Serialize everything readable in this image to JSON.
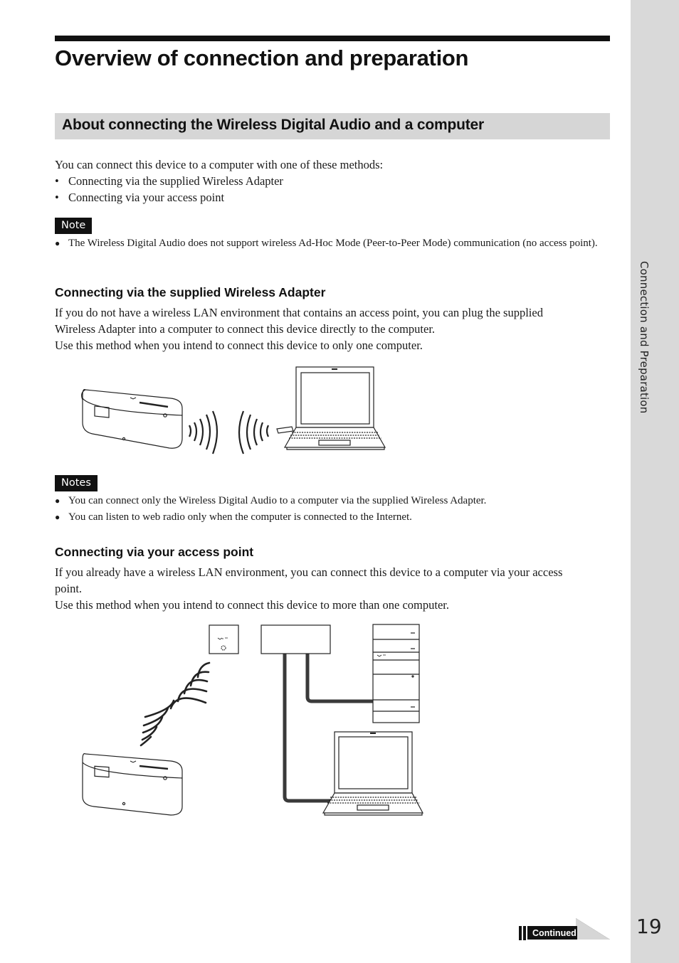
{
  "page": {
    "title": "Overview of connection and preparation",
    "side_tab_label": "Connection and Preparation",
    "page_number": "19",
    "continued_label": "Continued"
  },
  "section": {
    "heading": "About connecting the Wireless Digital Audio and a computer",
    "intro": "You can connect this device to a computer with one of these methods:",
    "methods": [
      "Connecting via the supplied Wireless Adapter",
      "Connecting via your access point"
    ],
    "note_badge": "Note",
    "note_items": [
      "The Wireless Digital Audio does not support wireless Ad-Hoc Mode (Peer-to-Peer Mode) communication (no access point)."
    ]
  },
  "adapter_section": {
    "heading": "Connecting via the supplied Wireless Adapter",
    "body_lines": [
      "If you do not have a wireless LAN environment that contains an access point, you can plug the supplied",
      "Wireless Adapter into a computer to connect this device directly to the computer.",
      "Use this method when you intend to connect this device to only one computer."
    ],
    "notes_badge": "Notes",
    "notes_items": [
      "You can connect only the Wireless Digital Audio to a computer via the supplied Wireless Adapter.",
      "You can listen to web radio only when the computer is connected to the Internet."
    ]
  },
  "access_point_section": {
    "heading": "Connecting via your access point",
    "body_lines": [
      "If you already have a wireless LAN environment, you can connect this device to a computer via your access",
      "point.",
      "Use this method when you intend to connect this device to more than one computer."
    ]
  },
  "colors": {
    "side_tab": "#d9d9d9",
    "section_bar": "#d6d6d6",
    "badge": "#111111",
    "text": "#1a1a1a"
  },
  "icons": [
    "speaker-device-icon",
    "wireless-waves-icon",
    "laptop-icon",
    "wireless-adapter-icon",
    "access-point-icon",
    "router-icon",
    "desktop-tower-icon",
    "continued-arrow-icon"
  ]
}
